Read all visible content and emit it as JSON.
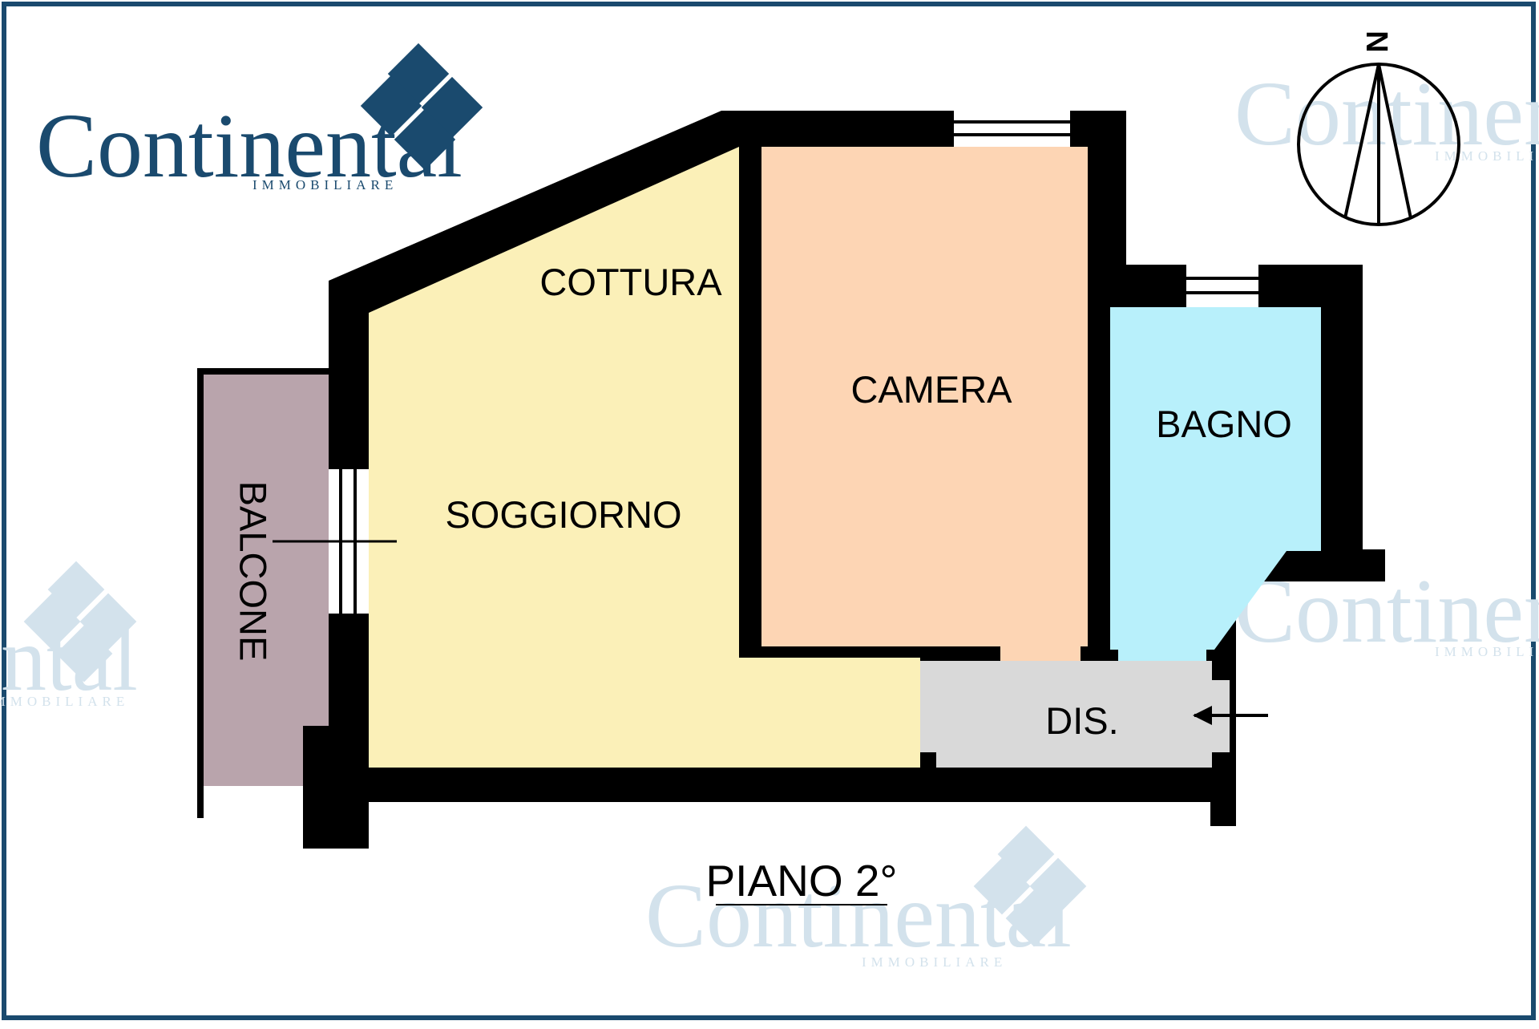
{
  "brand": {
    "name": "Continental",
    "subtitle": "IMMOBILIARE",
    "color": "#1a4a6e",
    "watermark_color": "#c9dbe8"
  },
  "rooms": {
    "cottura": "COTTURA",
    "soggiorno": "SOGGIORNO",
    "camera": "CAMERA",
    "bagno": "BAGNO",
    "balcone": "BALCONE",
    "disimpegno": "DIS."
  },
  "colors": {
    "wall": "#000000",
    "soggiorno": "#fbf0b8",
    "camera": "#fdd5b4",
    "bagno": "#b8f0fb",
    "balcone": "#b9a4ac",
    "disimpegno": "#d9d9d9",
    "frame": "#1a4a6e"
  },
  "floor": {
    "label": "PIANO 2°"
  },
  "compass": {
    "letter": "N",
    "icon": "north-arrow-icon"
  },
  "icons": {
    "entrance": "arrow-left-icon",
    "logo": "building-blocks-icon"
  }
}
